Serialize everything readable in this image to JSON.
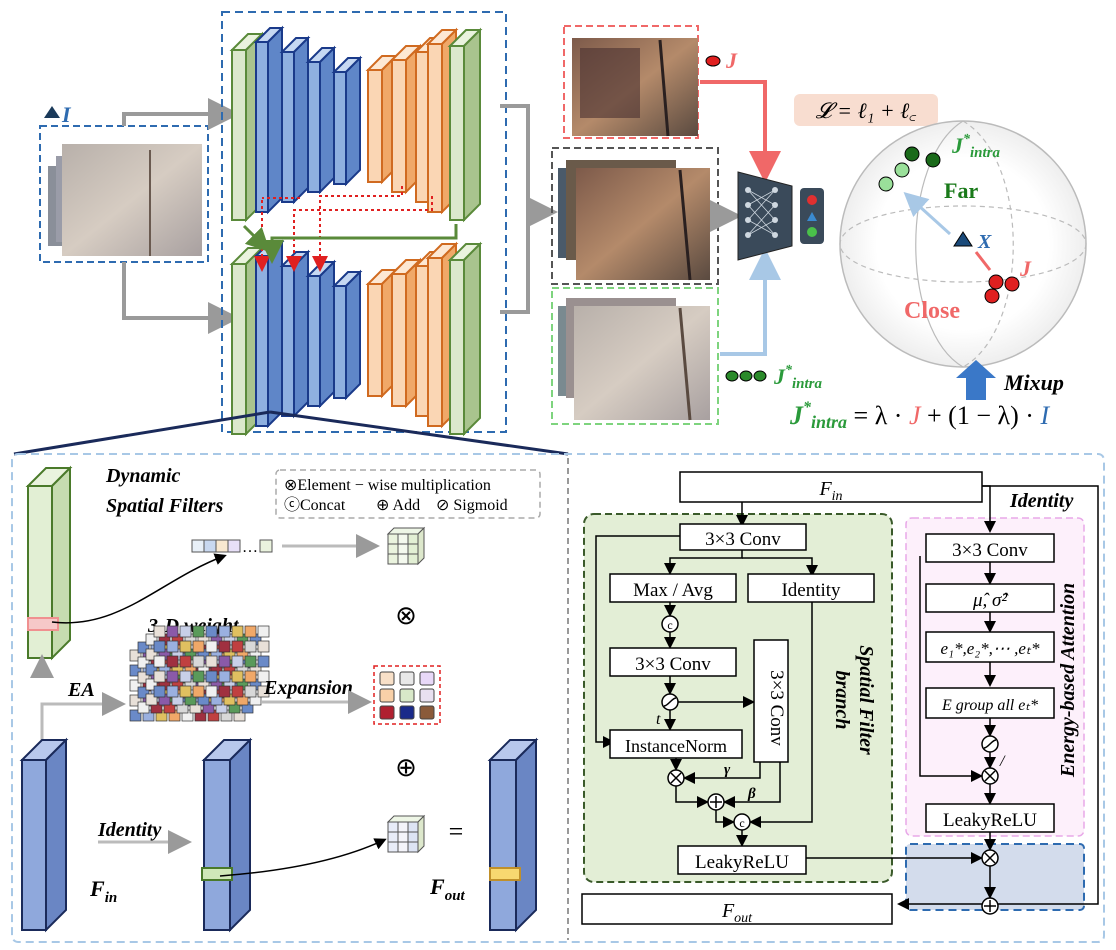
{
  "top": {
    "input_label": "I",
    "j_label": "J",
    "j_intra_label": "J",
    "j_intra_sup": "*",
    "j_intra_sub": "intra",
    "loss": "𝓛 = ℓ₁ + ℓ꜀",
    "far": "Far",
    "close": "Close",
    "x_label": "X",
    "mixup": "Mixup",
    "mixup_eq_rest_1": " = λ · ",
    "mixup_eq_j": "J",
    "mixup_eq_rest_2": " + (1 − λ) · ",
    "mixup_eq_i": "I"
  },
  "left": {
    "title_1": "Dynamic",
    "title_2": "Spatial Filters",
    "legend_mult": "⊗Element − wise multiplication",
    "legend_concat": "ⓒConcat",
    "legend_add": "⊕ Add",
    "legend_sigmoid": "⊘ Sigmoid",
    "weight_label": "3-D weight",
    "ea": "EA",
    "expansion": "Expansion",
    "identity": "Identity",
    "times": "⊗",
    "plus": "⊕",
    "equals": "=",
    "f_in": "F",
    "f_in_sub": "in",
    "f_out": "F",
    "f_out_sub": "out"
  },
  "right": {
    "f_in": "F",
    "f_in_sub": "in",
    "f_out": "F",
    "f_out_sub": "out",
    "identity_title": "Identity",
    "conv_top": "3×3 Conv",
    "maxavg": "Max / Avg",
    "identity_box": "Identity",
    "conv_mid": "3×3 Conv",
    "conv_vert": "3×3 Conv",
    "instnorm": "InstanceNorm",
    "leaky_left": "LeakyReLU",
    "gamma": "γ",
    "beta": "β",
    "t": "t",
    "sf_branch_1": "Spatial Filter",
    "sf_branch_2": "branch",
    "conv_ea": "3×3 Conv",
    "mu_sigma": "μ̂, σ̂²",
    "e_stars": "e₁*,e₂*,⋯ ,eₜ*",
    "e_group": "E group all  eₜ*",
    "leaky_right": "LeakyReLU",
    "ea_title": "Energy-based Attention",
    "slash": "/"
  }
}
